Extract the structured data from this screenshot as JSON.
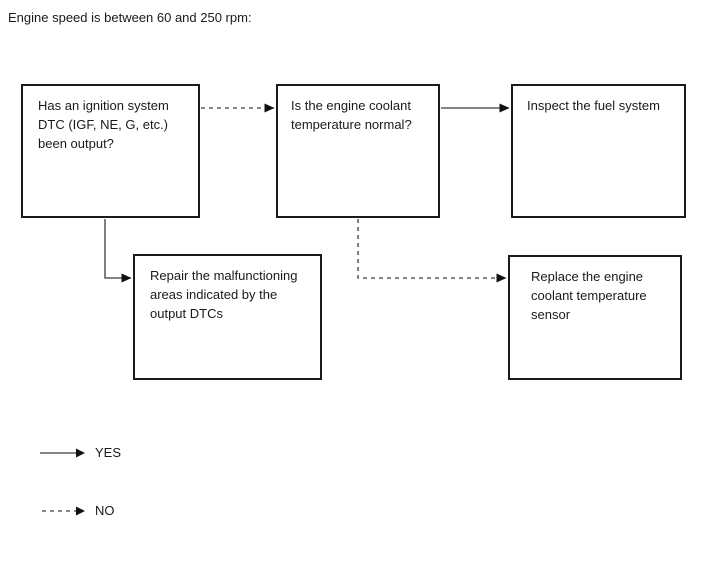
{
  "title": "Engine speed is between 60 and 250 rpm:",
  "flowchart": {
    "boxes": {
      "ignition_dtc": "Has an ignition system DTC (IGF, NE, G, etc.) been output?",
      "coolant_temp": "Is the engine coolant temperature normal?",
      "inspect_fuel": "Inspect the fuel system",
      "repair_dtc": "Repair the malfunctioning areas indicated by the output DTCs",
      "replace_sensor": "Replace the engine coolant temperature sensor"
    },
    "connections": [
      {
        "from": "ignition_dtc",
        "to": "coolant_temp",
        "answer": "NO",
        "style": "dashed"
      },
      {
        "from": "ignition_dtc",
        "to": "repair_dtc",
        "answer": "YES",
        "style": "solid"
      },
      {
        "from": "coolant_temp",
        "to": "inspect_fuel",
        "answer": "YES",
        "style": "solid"
      },
      {
        "from": "coolant_temp",
        "to": "replace_sensor",
        "answer": "NO",
        "style": "dashed"
      }
    ]
  },
  "legend": {
    "yes": "YES",
    "no": "NO"
  },
  "colors": {
    "background": "#ffffff",
    "box_border": "#1a1a1a",
    "line": "#3c3c3c",
    "arrowhead": "#111111",
    "text": "#1a1a1a"
  }
}
